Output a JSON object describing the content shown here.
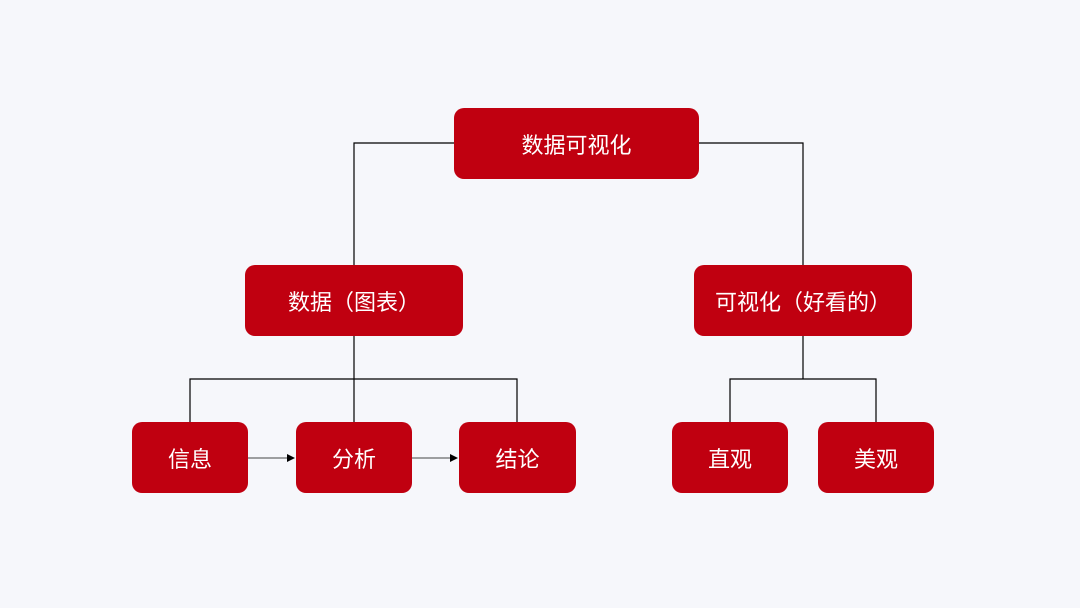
{
  "colors": {
    "background": "#f6f7fb",
    "node_fill": "#c00010",
    "node_text": "#ffffff",
    "connector": "#000000"
  },
  "nodes": {
    "root": "数据可视化",
    "data": "数据（图表）",
    "visual": "可视化（好看的）",
    "info": "信息",
    "analysis": "分析",
    "conclusion": "结论",
    "intuitive": "直观",
    "beautiful": "美观"
  }
}
